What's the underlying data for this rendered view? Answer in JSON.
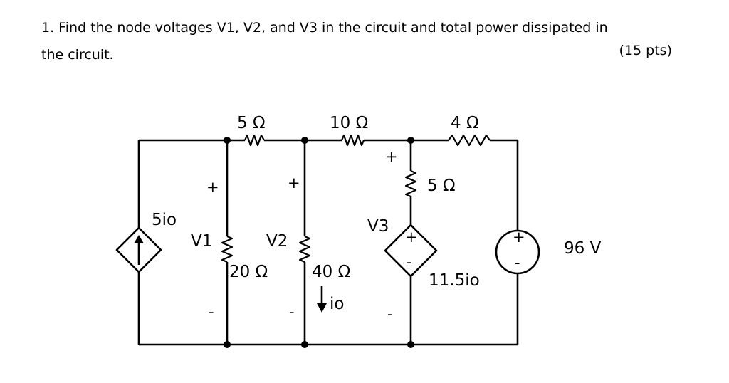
{
  "question": {
    "line1": "1. Find the node voltages V1, V2, and V3 in the circuit and total power dissipated in",
    "line2": "the circuit.",
    "points": "(15 pts)"
  },
  "circuit": {
    "dep_current_source": {
      "label": "5io"
    },
    "resistors": {
      "r_top_left": "5 Ω",
      "r_top_mid": "10 Ω",
      "r_top_right": "4 Ω",
      "r_v1": "20 Ω",
      "r_v2": "40 Ω",
      "r_v3": "5 Ω"
    },
    "node_labels": {
      "v1": "V1",
      "v2": "V2",
      "v3": "V3"
    },
    "current_label": "io",
    "dep_voltage_source": {
      "label": "11.5io"
    },
    "voltage_source": {
      "label": "96 V"
    },
    "signs": {
      "plus": "+",
      "minus": "-"
    }
  }
}
